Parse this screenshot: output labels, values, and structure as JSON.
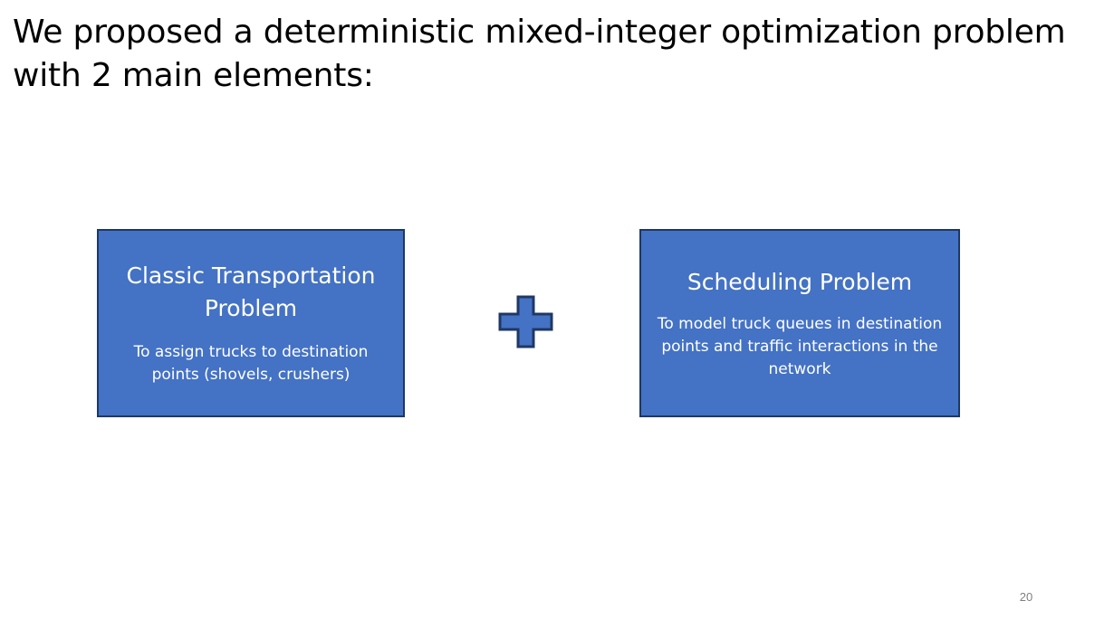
{
  "slide": {
    "title": "We proposed a deterministic mixed-integer optimization problem with 2 main elements:",
    "page_number": "20"
  },
  "boxes": [
    {
      "heading": "Classic Transportation Problem",
      "description": "To assign trucks to destination points (shovels, crushers)"
    },
    {
      "heading": "Scheduling Problem",
      "description": "To model truck queues in destination points and traffic interactions in the network"
    }
  ],
  "colors": {
    "box_fill": "#4472c4",
    "box_border": "#1f3864",
    "plus_fill": "#4472c4",
    "plus_border": "#1f3864"
  },
  "icons": {
    "plus": "plus-icon"
  }
}
